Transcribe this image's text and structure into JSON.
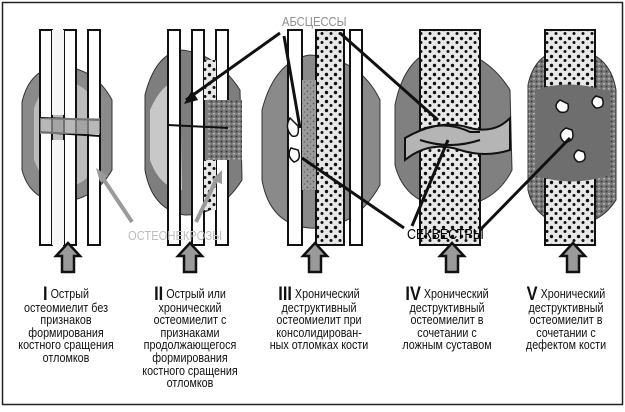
{
  "labels": {
    "abscesses": "АБСЦЕССЫ",
    "osteonecroses": "ОСТЕОНЕКРОЗЫ",
    "sequestra": "СЕКВЕСТРЫ"
  },
  "stages": [
    {
      "numeral": "I",
      "text": "Острый остеомиелит без признаков формирования костного сращения отломков"
    },
    {
      "numeral": "II",
      "text": "Острый или хронический остеомиелит с признаками продолжающегося формирования костного сращения отломков"
    },
    {
      "numeral": "III",
      "text": "Хронический деструктивный остеомиелит при консолидирован-ных отломках кости"
    },
    {
      "numeral": "IV",
      "text": "Хронический деструктивный остеомиелит в сочетании с ложным суставом"
    },
    {
      "numeral": "V",
      "text": "Хронический деструктивный остеомиелит в сочетании с дефектом кости"
    }
  ],
  "colors": {
    "abscess_label": "#9a9a9a",
    "osteonecrosis_label": "#c4c4c4",
    "sequestra_label": "#000000",
    "tissue": "#8c8c8c",
    "bone": "#ffffff"
  }
}
